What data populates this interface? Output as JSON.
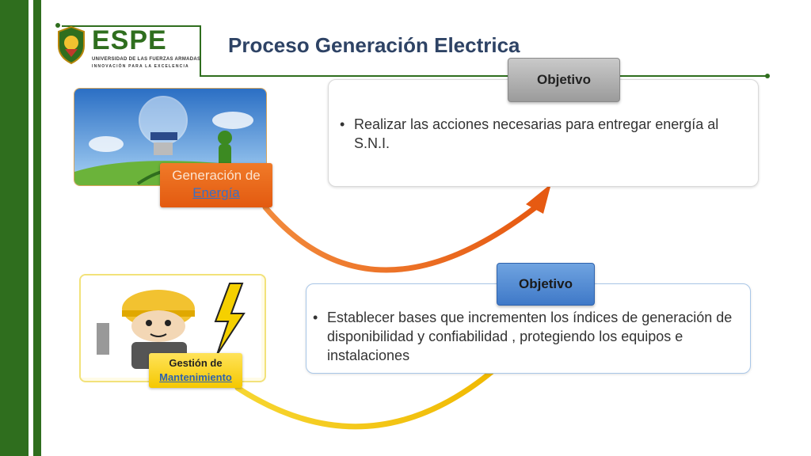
{
  "header": {
    "title": "Proceso Generación Electrica",
    "logo_text": "ESPE",
    "logo_subtitle": "UNIVERSIDAD DE LAS FUERZAS ARMADAS",
    "logo_tagline": "INNOVACIÓN PARA LA EXCELENCIA"
  },
  "sections": [
    {
      "tab_label": "Objetivo",
      "label_line1": "Generación de",
      "label_line2": "Energía",
      "bullet": "Realizar las acciones necesarias para entregar energía al S.N.I."
    },
    {
      "tab_label": "Objetivo",
      "label_line1": "Gestión de",
      "label_line2": "Mantenimiento",
      "bullet": "Establecer bases que incrementen los índices  de generación de disponibilidad y confiabilidad , protegiendo los equipos e instalaciones"
    }
  ],
  "colors": {
    "brand_green": "#2f6e1e",
    "title_blue": "#2e4365",
    "orange": "#e96a1c",
    "yellow": "#f5c800",
    "blue_tab": "#4a84cf"
  },
  "icons": [
    "shield-logo-icon",
    "lightbulb-earth-image",
    "worker-lightning-image"
  ]
}
